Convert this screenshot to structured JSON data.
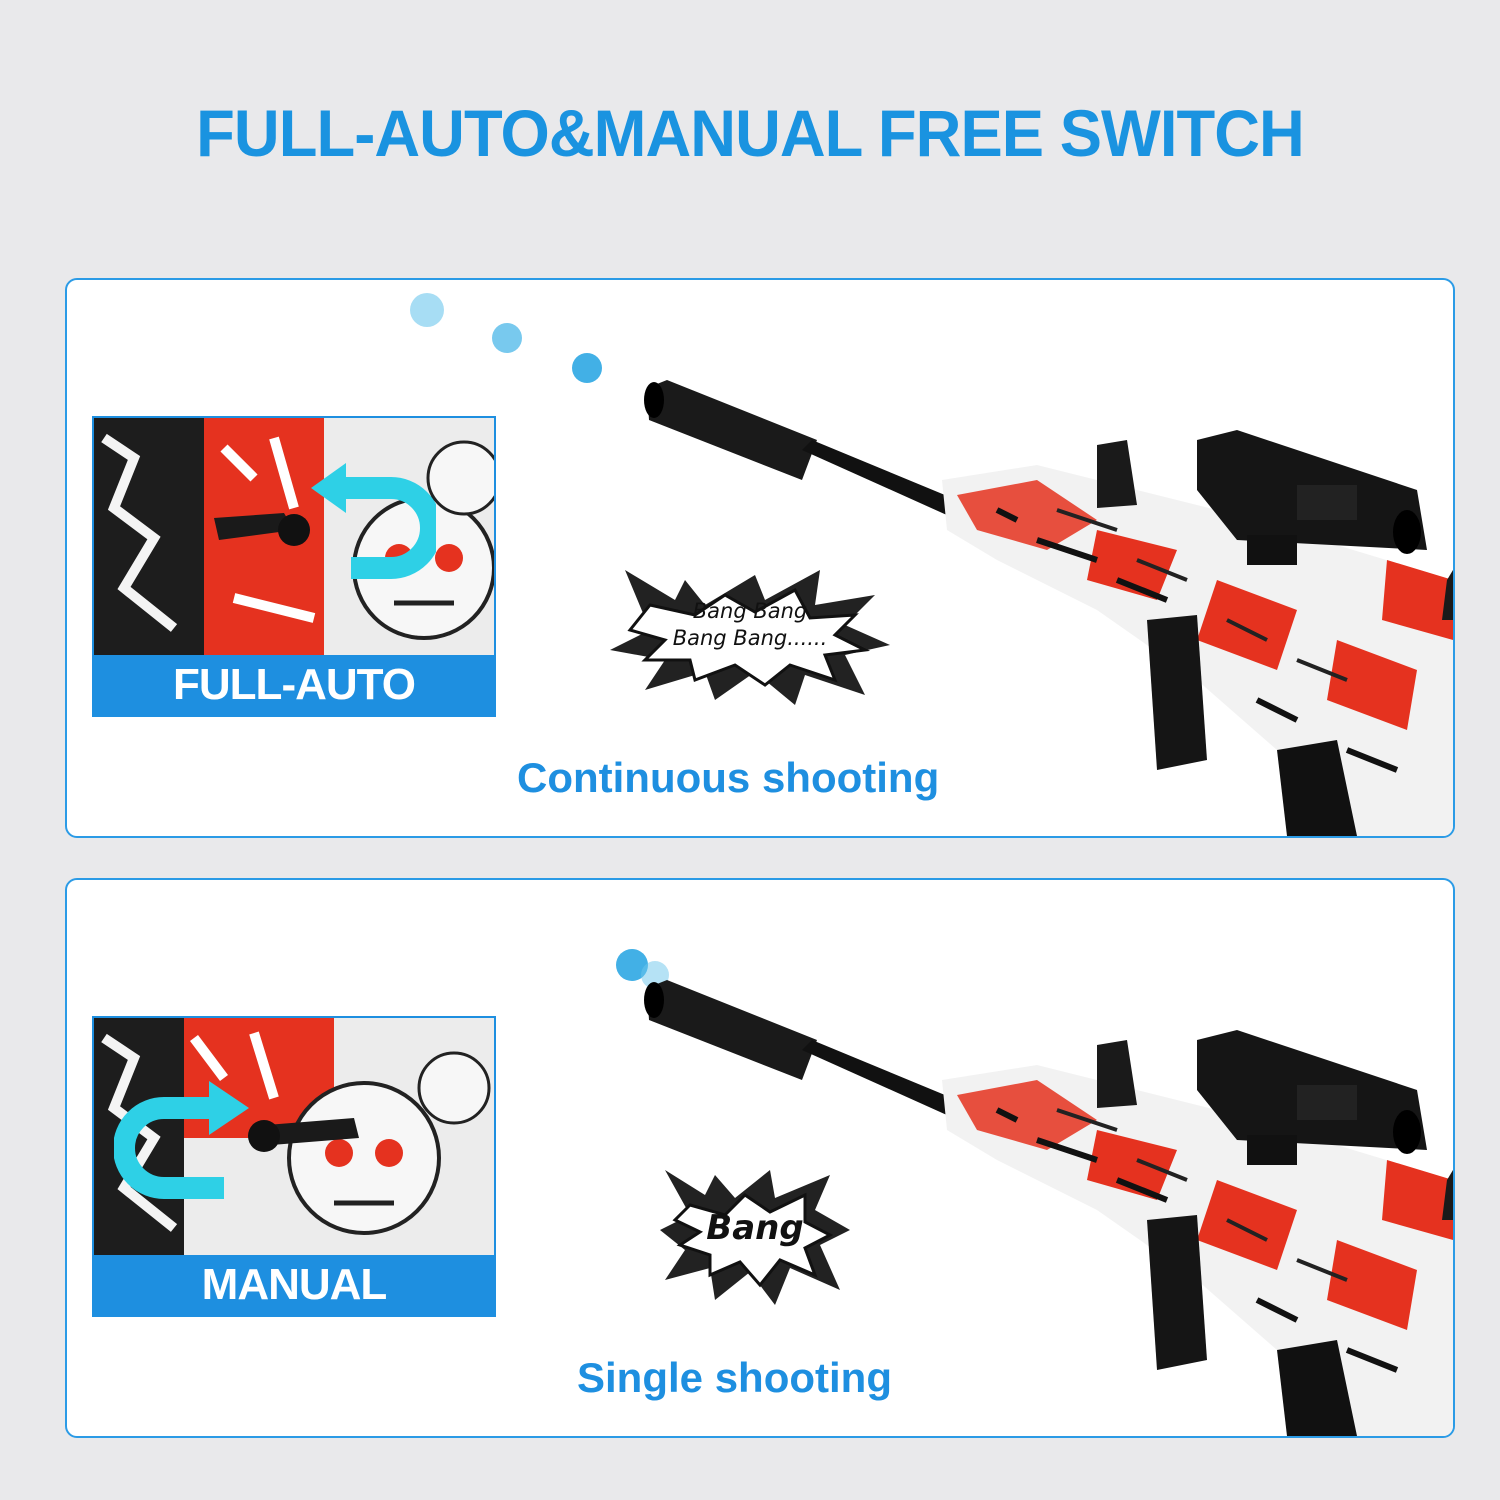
{
  "headline": "FULL-AUTO&MANUAL FREE SWITCH",
  "colors": {
    "accent": "#1e8fe0",
    "background": "#e9e9eb",
    "gun_red": "#e5321f"
  },
  "panels": [
    {
      "mode_label": "FULL-AUTO",
      "caption": "Continuous shooting",
      "sound_line1": "Bang Bang",
      "sound_line2": "Bang Bang......",
      "bullets_shown": 3,
      "arrow_icon": "u-turn-arrow-left-icon"
    },
    {
      "mode_label": "MANUAL",
      "caption": "Single shooting",
      "sound_line1": "Bang",
      "bullets_shown": 1,
      "arrow_icon": "u-turn-arrow-right-icon"
    }
  ]
}
